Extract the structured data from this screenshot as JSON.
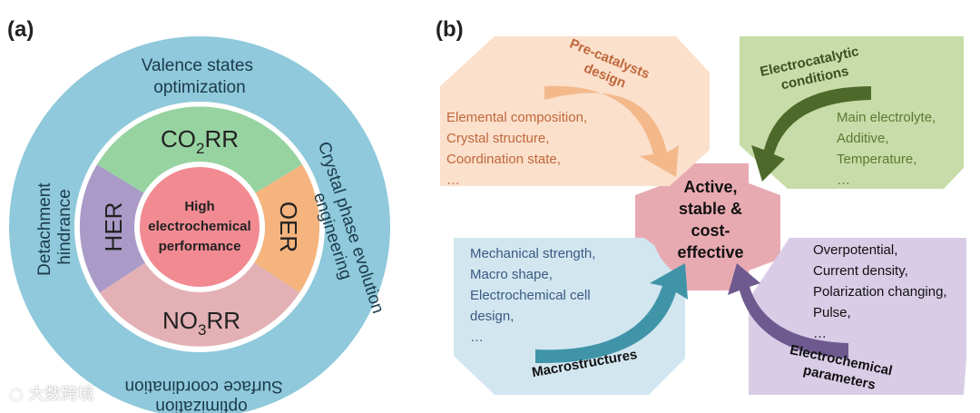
{
  "panel_a": {
    "label": "(a)",
    "center_lines": [
      "High",
      "electrochemical",
      "performance"
    ],
    "sectors": {
      "co2rr": {
        "main": "CO",
        "sub": "2",
        "tail": "RR"
      },
      "her": "HER",
      "oer": "OER",
      "no3rr": {
        "main": "NO",
        "sub": "3",
        "tail": "RR"
      }
    },
    "ring": {
      "valence": "Valence states optimization",
      "crystal": "Crystal phase evolution engineering",
      "detachment": "Detachment hindrance",
      "surface": "Surface coordination optimization"
    },
    "colors": {
      "outer_ring": "#8fc9db",
      "co2rr": "#96d3a0",
      "her": "#a99ac8",
      "oer": "#f5b47e",
      "no3rr": "#e3b1b5",
      "center": "#f28a92"
    }
  },
  "panel_b": {
    "label": "(b)",
    "center_lines": [
      "Active,",
      "stable &",
      "cost-",
      "effective"
    ],
    "quadrants": {
      "precatalysts": {
        "title": [
          "Pre-catalysts",
          "design"
        ],
        "items": [
          "Elemental composition,",
          "Crystal structure,",
          "Coordination state,",
          "…"
        ]
      },
      "electrocatalytic": {
        "title": [
          "Electrocatalytic",
          "conditions"
        ],
        "items": [
          "Main electrolyte,",
          "Additive,",
          "Temperature,",
          "…"
        ]
      },
      "macrostructures": {
        "title": "Macrostructures",
        "items": [
          "Mechanical strength,",
          "Macro shape,",
          "Electrochemical cell",
          "design,",
          "…"
        ]
      },
      "parameters": {
        "title": [
          "Electrochemical",
          "parameters"
        ],
        "items": [
          "Overpotential,",
          "Current density,",
          "Polarization changing,",
          "Pulse,",
          "…"
        ]
      }
    },
    "colors": {
      "precatalysts_box": "#fbe0cc",
      "precatalysts_text": "#c0673a",
      "precatalysts_arrow": "#f3b98b",
      "electrocatalytic_box": "#c7dca8",
      "electrocatalytic_text": "#5c7a33",
      "electrocatalytic_arrow": "#4e6a2a",
      "macro_box": "#d2e6f0",
      "macro_text": "#3a5a82",
      "macro_arrow": "#3f94a8",
      "param_box": "#d9cce6",
      "param_arrow": "#6e5a8e",
      "center_fill": "#e8aab1"
    }
  },
  "watermark": "大数跨境"
}
